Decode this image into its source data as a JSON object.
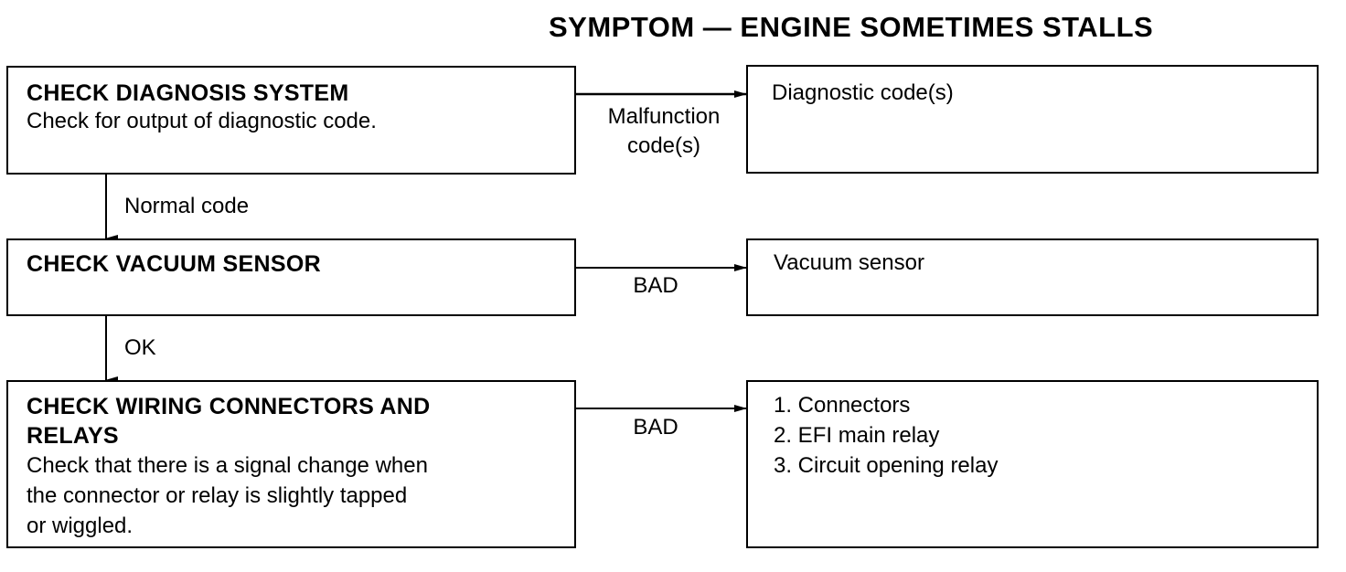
{
  "title": "SYMPTOM — ENGINE SOMETIMES STALLS",
  "steps": [
    {
      "heading": "CHECK DIAGNOSIS SYSTEM",
      "body": "Check for output of diagnostic code."
    },
    {
      "heading": "CHECK VACUUM SENSOR",
      "body": ""
    },
    {
      "heading_line1": "CHECK WIRING CONNECTORS AND",
      "heading_line2": "RELAYS",
      "body_line1": "Check that there is a signal change when",
      "body_line2": "the connector or relay is slightly tapped",
      "body_line3": "or wiggled."
    }
  ],
  "results": [
    {
      "text": "Diagnostic code(s)"
    },
    {
      "text": "Vacuum sensor"
    },
    {
      "items": [
        "1. Connectors",
        "2. EFI main relay",
        "3. Circuit opening relay"
      ]
    }
  ],
  "branch_labels": {
    "malfunction_line1": "Malfunction",
    "malfunction_line2": "code(s)",
    "normal": "Normal code",
    "bad_vacuum": "BAD",
    "ok": "OK",
    "bad_wiring": "BAD"
  }
}
